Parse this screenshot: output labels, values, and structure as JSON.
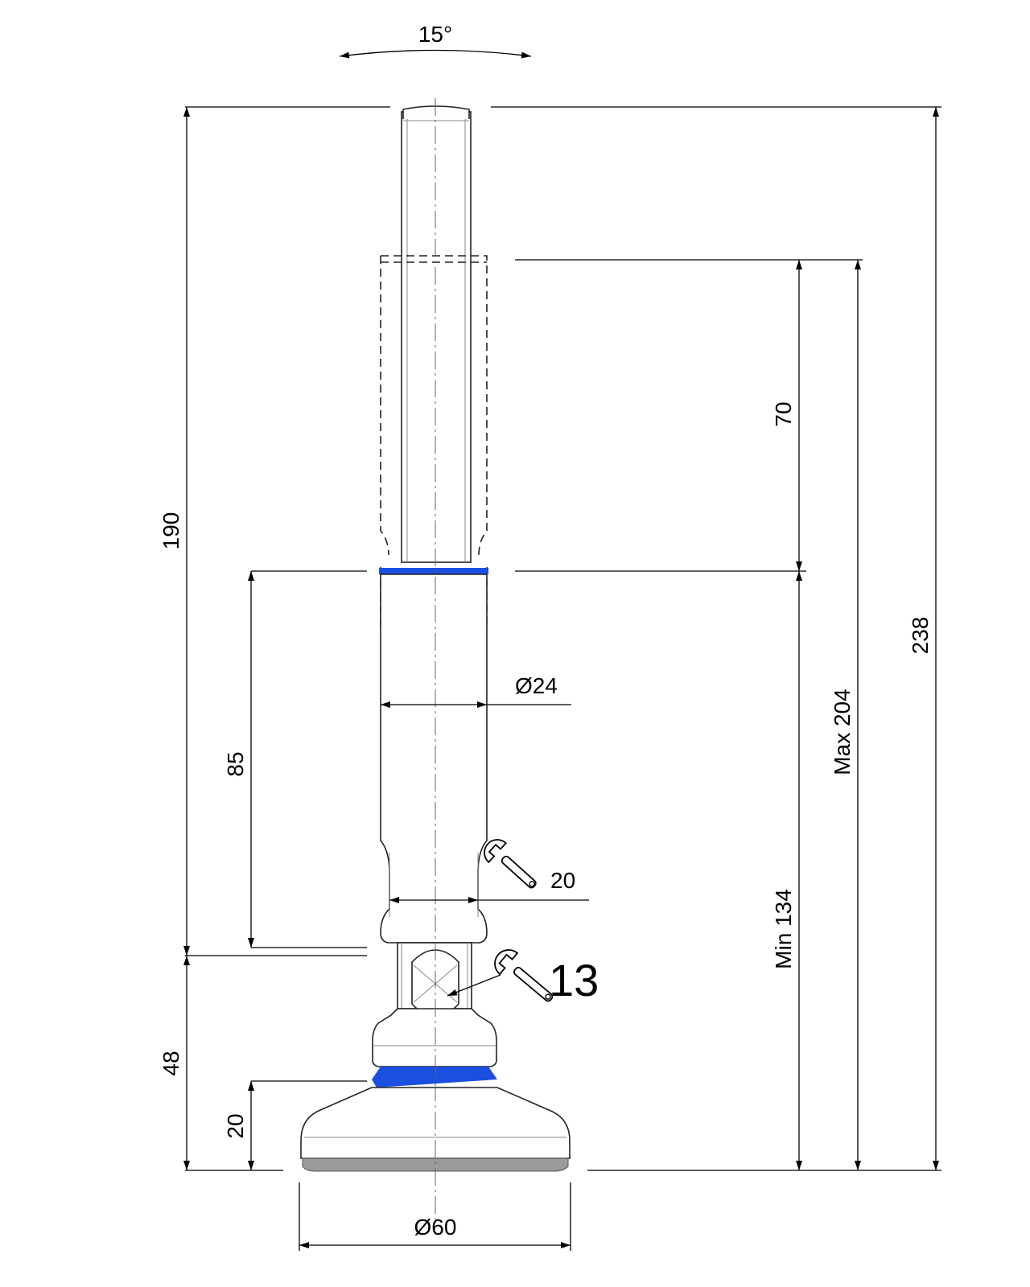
{
  "colors": {
    "line": "#000000",
    "accent_blue": "#1a4fe0",
    "base_gray": "#9a9a9a"
  },
  "icons": [
    "wrench-icon",
    "wrench-icon"
  ],
  "dimensions": {
    "tilt_angle": "15°",
    "total_height": "190",
    "overall_height": "238",
    "adjust_range": "70",
    "max_height": "Max 204",
    "min_height": "Min 134",
    "thread_length": "85",
    "tube_diameter": "Ø24",
    "spanner_tube": "20",
    "spanner_hex": "13",
    "base_height": "48",
    "pad_height": "20",
    "base_diameter": "Ø60"
  }
}
